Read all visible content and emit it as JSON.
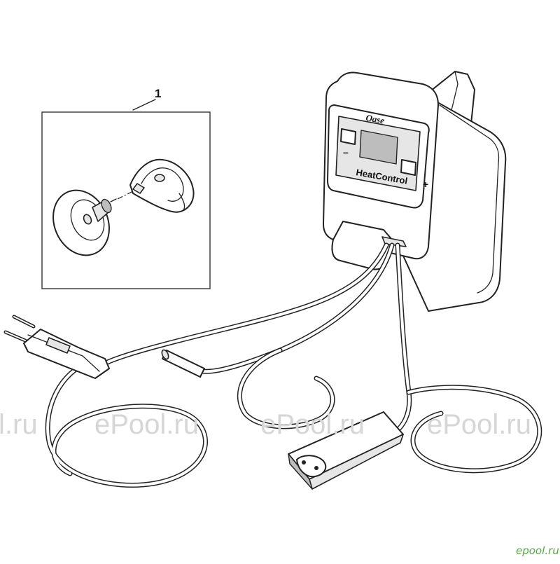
{
  "callout": {
    "number": "1"
  },
  "device": {
    "brand_logo": "Oase",
    "product_label": "HeatControl",
    "minus_sign": "–",
    "plus_sign": "+"
  },
  "watermarks": [
    {
      "text": "l.ru"
    },
    {
      "text": "ePool.ru"
    },
    {
      "text": "ePool.ru"
    },
    {
      "text": "ePool.ru"
    }
  ],
  "footer_brand": "epool.ru",
  "colors": {
    "line": "#222222",
    "watermark": "#d6d6d6",
    "brand": "#5aa64a"
  }
}
